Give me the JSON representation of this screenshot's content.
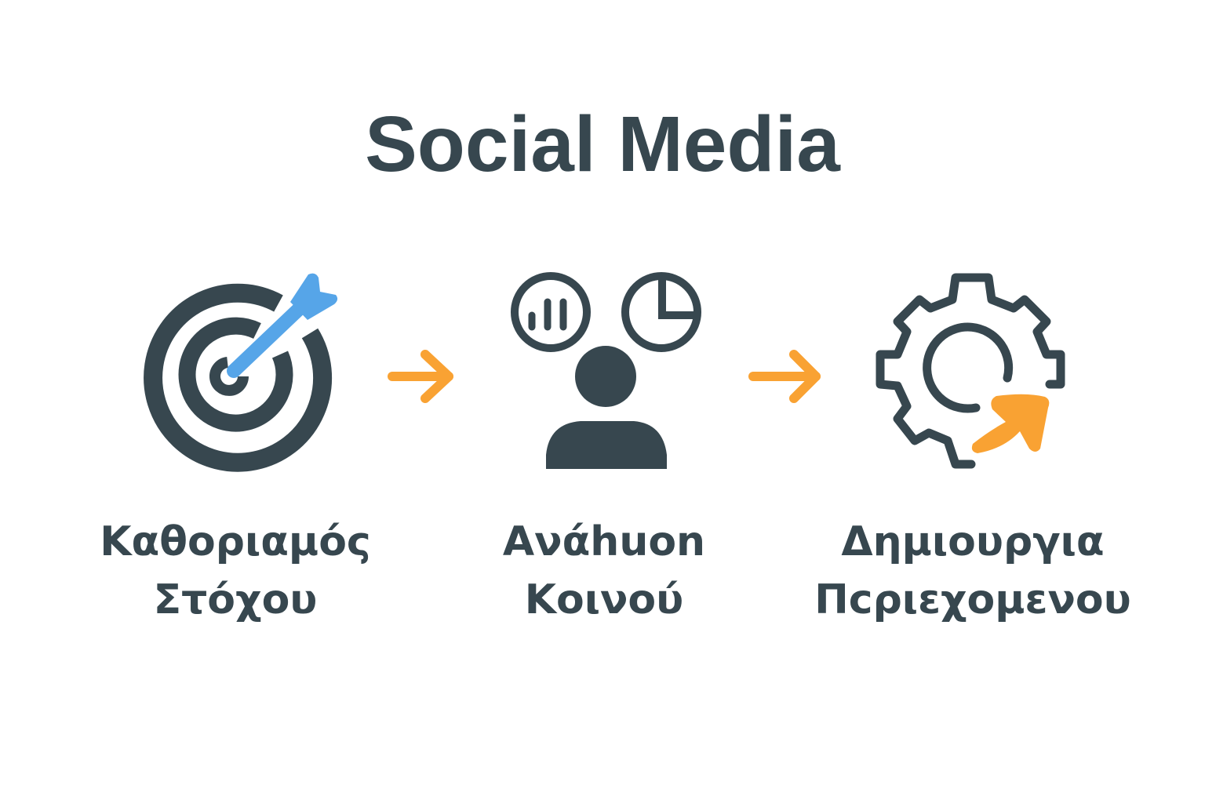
{
  "title": "Social Media",
  "colors": {
    "primary": "#37474f",
    "accent_orange": "#f9a233",
    "accent_blue": "#56a5e8",
    "background": "#ffffff"
  },
  "steps": [
    {
      "icon": "target-with-dart-icon",
      "label_line1": "Καθοριαμός",
      "label_line2": "Στόχου"
    },
    {
      "icon": "audience-analytics-icon",
      "label_line1": "Ανάhuon",
      "label_line2": "Κοινού"
    },
    {
      "icon": "gear-with-growth-arrow-icon",
      "label_line1": "Δημιουργια",
      "label_line2": "Πcριεχομενου"
    }
  ],
  "connectors": [
    {
      "icon": "arrow-right-icon"
    },
    {
      "icon": "arrow-right-icon"
    }
  ]
}
